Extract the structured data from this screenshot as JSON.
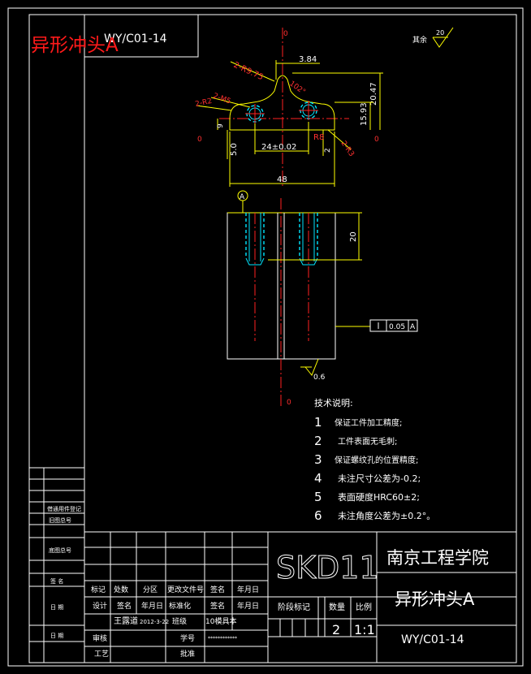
{
  "drawing_no": "WY/C01-14",
  "part_name": "异形冲头A",
  "material": "SKD11",
  "school": "南京工程学院",
  "roughness_rest_label": "其余",
  "roughness_rest_value": "20",
  "roughness_face_value": "0.6",
  "datum": "A",
  "tolerance": {
    "value": "0.05",
    "datum": "A"
  },
  "dimensions": {
    "width_top": "3.84",
    "radius_975": "2-R9.75",
    "angle_102": "102°",
    "m5": "2-M5",
    "r2": "2-R2",
    "d2047": "20.47",
    "d1593": "15.93",
    "d9": "9",
    "d50": "5.0",
    "d2": "2",
    "r8": "R8",
    "r3": "2-R3",
    "d24": "24±0.02",
    "d48": "48",
    "d20": "20",
    "zero": "0"
  },
  "tech_notes": {
    "title": "技术说明:",
    "items": [
      {
        "num": "1",
        "text": "保证工件加工精度;"
      },
      {
        "num": "2",
        "text": "工件表面无毛刺;"
      },
      {
        "num": "3",
        "text": "保证螺纹孔的位置精度;"
      },
      {
        "num": "4",
        "text": "未注尺寸公差为-0.2;"
      },
      {
        "num": "5",
        "text": "表面硬度HRC60±2;"
      },
      {
        "num": "6",
        "text": "未注角度公差为±0.2°。"
      }
    ]
  },
  "left_strip": {
    "s1": "借通用件登记",
    "s2": "旧图总号",
    "s3": "底图总号",
    "s4": "签  名",
    "s5": "日  期",
    "s6": "日  期"
  },
  "title_block": {
    "biaoji": "标记",
    "chushu": "处数",
    "fenqu": "分区",
    "gengai": "更改文件号",
    "qianming": "签名",
    "nianyueri": "年月日",
    "sheji": "设计",
    "qianming2": "签名",
    "nianyueri2": "年月日",
    "biaozhunhua": "标准化",
    "qianming3": "签名",
    "nianyueri3": "年月日",
    "designer": "王露道",
    "date": "2012-3-22",
    "banji_label": "班级",
    "banji_value": "10模具本",
    "shenhe": "审核",
    "xuehao_label": "学号",
    "xuehao_value": "************",
    "gongyi": "工艺",
    "pizhun": "批准",
    "jieduan": "阶段标记",
    "shuliang": "数量",
    "bili": "比例",
    "qty": "2",
    "scale": "1:1"
  }
}
